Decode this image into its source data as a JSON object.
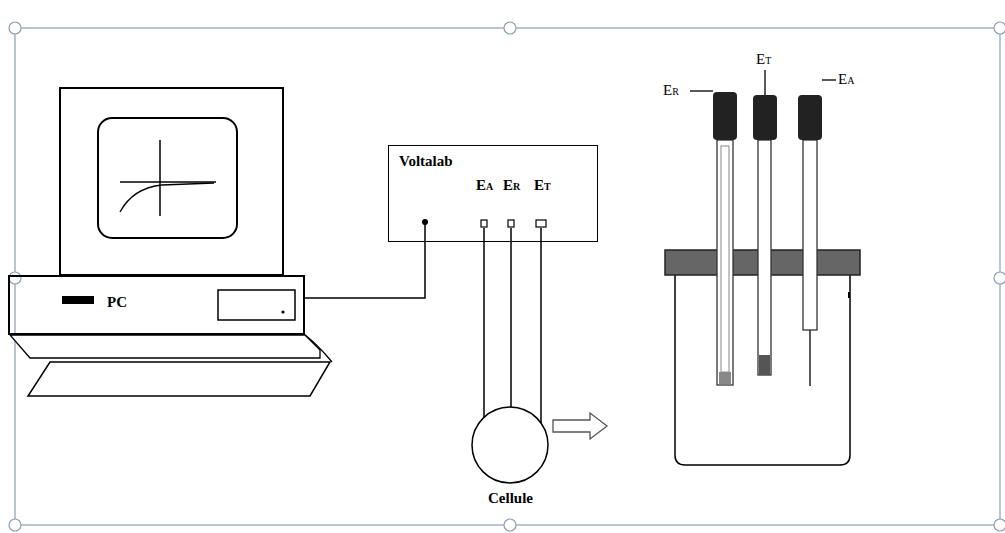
{
  "diagram": {
    "nodes": [
      {
        "text": [
          "PC"
        ]
      },
      {
        "text": [
          "Voltalab",
          "EA",
          "ER",
          "ET"
        ]
      },
      {
        "text": [
          "Cellule"
        ]
      }
    ],
    "edges": [
      {
        "from": 0,
        "to": 1,
        "arrow": "none"
      },
      {
        "from": 1,
        "to": 2,
        "arrow": "none"
      },
      {
        "from": 1,
        "to": 2,
        "arrow": "to"
      },
      {
        "from": 1,
        "to": 2,
        "arrow": "none"
      }
    ],
    "labels": [
      "ER",
      "ET",
      "EA"
    ]
  }
}
